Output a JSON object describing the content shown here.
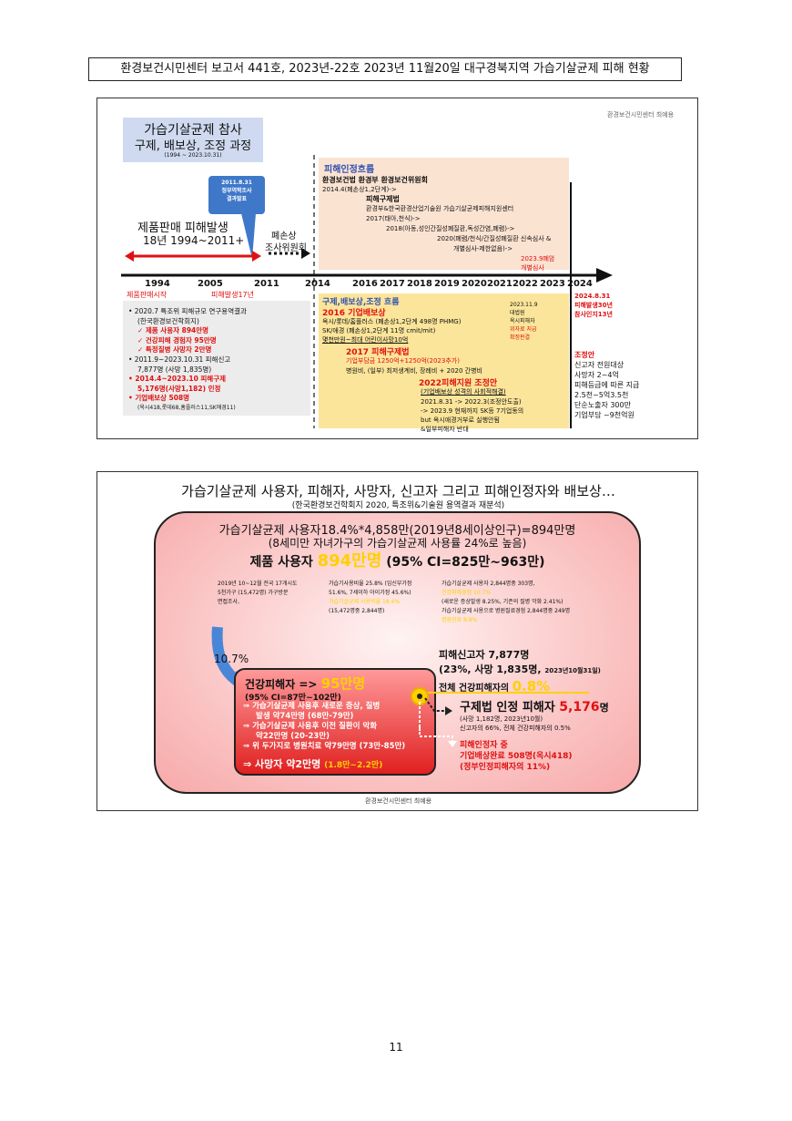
{
  "header": "환경보건시민센터 보고서 441호, 2023년-22호 2023년 11월20일 대구경북지역 가습기살균제 피해 현황",
  "page_number": "11",
  "slide1": {
    "credit": "환경보건시민센터 최예용",
    "title_line1": "가습기살균제 참사",
    "title_line2": "구제, 배보상, 조정 과정",
    "title_range": "(1994 ~ 2023.10.31)",
    "callout_line1": "2011.8.31",
    "callout_line2": "정부역학조사",
    "callout_line3": "결과발표",
    "damage_title": "제품판매 피해발생",
    "damage_years": "18년 1994~2011+",
    "closure_line1": "폐손상",
    "closure_line2": "조사위원회",
    "recog_heading": "피해인정흐름",
    "recog_lines": [
      {
        "t": "환경보건법 환경부 환경보건위원회",
        "b": true
      },
      {
        "t": "2014.4(폐손상1,2단계)->",
        "r": "(폐손상1,2단계)->"
      },
      {
        "t": "피해구제법",
        "b": true
      },
      {
        "t": "환경부&한국환경산업기술원 가습기살균제피해지원센터"
      },
      {
        "t": "2017(태아,천식)->"
      },
      {
        "t": "2018(아동,성인간질성폐질환,독성간염,폐렴)->"
      },
      {
        "t": "2020(폐렴/천식/간질성폐질환 신속심사 &"
      },
      {
        "t": "개별심사-제한없음)->"
      },
      {
        "t": "2023.9폐암"
      },
      {
        "t": "개별심사"
      }
    ],
    "timeline_years": [
      "1994",
      "2005",
      "2011",
      "2014",
      "2016",
      "2017",
      "2018",
      "2019",
      "2020",
      "2021",
      "2022",
      "2023",
      "2024"
    ],
    "label_sale_start": "제품판매시작",
    "label_damage_17": "피해발생17년",
    "label_2024_line1": "2024.8.31",
    "label_2024_line2": "피해발생30년",
    "label_2024_line3": "참사인지13년",
    "left_list": [
      "• 2020.7 특조위 피해규모 연구용역결과",
      "(한국환경보건학회지)",
      "✓ 제품 사용자 894만명",
      "✓ 건강피해 경험자 95만명",
      "✓ 특정질병 사망자 2만명",
      "• 2011.9~2023.10.31 피해신고",
      "7,877명 (사망 1,835명)",
      "• 2014.4~2023.10 피해구제",
      "5,176명(사망1,182) 인정",
      "• 기업배보상 508명",
      "(옥시418,롯데68,홈플러스11,SK애경11)"
    ],
    "comp_heading": "구제,배보상,조정 흐름",
    "comp_2016": "2016 기업배보상",
    "comp_lines_a": [
      "옥시/롯데/홈플러스 (폐손상1,2단계 498명 PHMG)",
      "SK/애경 (폐손상1,2단계 11명 cmit/mit)",
      "몇천만원~최대 어린이사망10억"
    ],
    "comp_2017": "2017 피해구제법",
    "comp_lines_b": [
      "기업부담금 1250억+1250억(2023추가)",
      "병원비, (일부) 최저생계비, 장례비 + 2020 간병비"
    ],
    "comp_2022": "2022피해지원 조정안",
    "comp_lines_c": [
      "(기업배보상 성격의 사회적해결)",
      "2021.8.31 -> 2022.3(조정안도출)",
      "-> 2023.9 현재까지 SK등 7기업동의",
      "but 옥시애경거부로 실행안됨",
      "&일부피해자 반대"
    ],
    "court_lines": [
      "2023.11.9",
      "대법원",
      "옥시피해자",
      "위자료 지급",
      "확정판결"
    ],
    "adjust_heading": "조정안",
    "adjust_lines": [
      "신고자 전원대상",
      "사망자 2~4억",
      "피해등급에 따른 지급",
      "2.5천~5억3.5천",
      "단순노출자 300만",
      "기업부담 ~9천억원"
    ]
  },
  "slide2": {
    "title": "가습기살균제 사용자, 피해자, 사망자, 신고자 그리고 피해인정자와 배보상…",
    "subtitle": "(한국환경보건학회지 2020, 특조위&기술원 용역결과 재분석)",
    "line1": "가습기살균제 사용자18.4%*4,858만(2019년8세이상인구)=894만명",
    "line2": "(8세미만 자녀가구의 가습기살균제 사용률 24%로 높음)",
    "users_label": "제품 사용자",
    "users_value": "894만명",
    "users_ci": "(95% CI=825만~963만)",
    "survey_lines": [
      "2019년 10~12월 전국 17개시도",
      "5천가구 (15,472명) 가구방문",
      "면접조사,"
    ],
    "rate_lines": [
      "가습기사용비율 25.8% (임신부가정",
      "51.6%, 7세이하 아이가정 45.6%)",
      "가습기살균제 사용비율 18.4%",
      "(15,472명중 2,844명)"
    ],
    "health_lines": [
      "가습기살균제 사용자 2,844명중 303명,",
      "건강피해경험 10.7%",
      "(새로운 증상발생 8.25%, 기존의 질병 악화 2.41%)",
      "가습기살균제 사용으로 병원질료경험 2,844명중 249명",
      "병원진료 8.8%"
    ],
    "pct_label": "10.7%",
    "victims_label": "건강피해자 =>",
    "victims_value": "95만명",
    "victims_ci": "(95% CI=87만~102만)",
    "victim_items": [
      "⇒ 가습기살균제 사용후 새로운 증상, 질병",
      "발생 약74만명 (68만-79만)",
      "⇒ 가습기살균제 사용후 이전 질환이 악화",
      "약22만명 (20-23만)",
      "⇒ 위 두가지로 병원치료 약79만명 (73만-85만)"
    ],
    "deaths_text": "⇒ 사망자 약2만명",
    "deaths_range": "(1.8만~2.2만)",
    "reports_title": "피해신고자 7,877명",
    "reports_sub": "(23%, 사망 1,835명,",
    "reports_date": "2023년10월31일)",
    "share_label": "전체 건강피해자의",
    "share_value": "0.8%",
    "certified_label": "구제법 인정 피해자",
    "certified_value": "5,176",
    "certified_unit": "명",
    "certified_lines": [
      "(사망 1,182명, 2023년10월)",
      "신고자의 66%, 전체 건강피해자의 0.5%"
    ],
    "comp_lines": [
      "피해인정자 중",
      "기업배상완료 508명(옥시418)",
      "(정부인정피해자의 11%)"
    ],
    "credit": "환경보건시민센터 최예용"
  },
  "colors": {
    "red": "#e01010",
    "orange_box": "#fbe3d2",
    "yellow_box": "#fbe59a",
    "blue_box": "#cfdaf0",
    "gray_box": "#ececec"
  }
}
